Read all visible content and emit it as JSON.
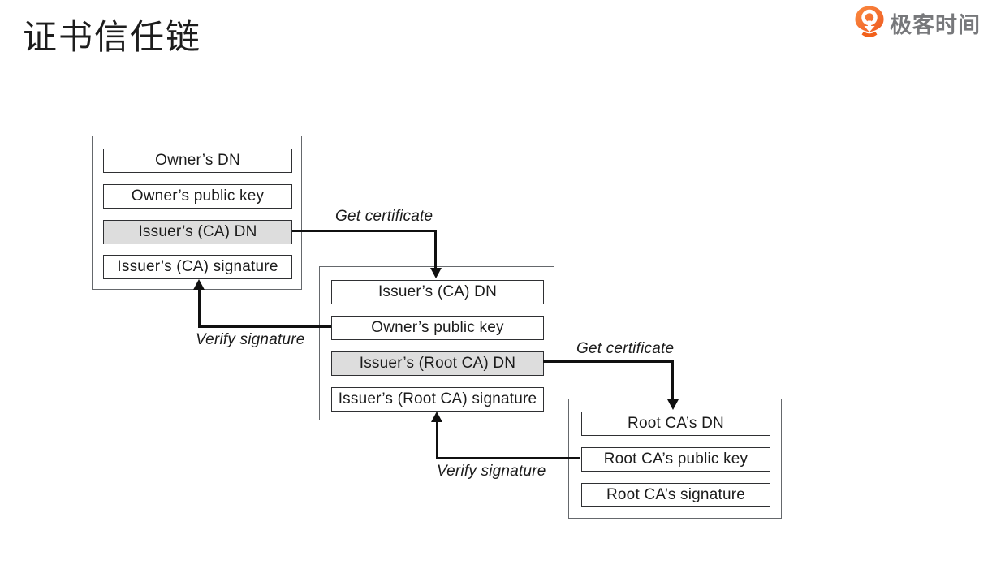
{
  "page": {
    "title": "证书信任链"
  },
  "logo": {
    "text": "极客时间",
    "brand_color": "#F2601A",
    "text_color": "#77787B"
  },
  "diagram": {
    "highlight_color": "#DDDDDD",
    "line_color": "#101010",
    "certificates": [
      {
        "name": "owner-certificate",
        "fields": [
          {
            "label": "Owner’s DN",
            "highlighted": false
          },
          {
            "label": "Owner’s public key",
            "highlighted": false
          },
          {
            "label": "Issuer’s (CA) DN",
            "highlighted": true
          },
          {
            "label": "Issuer’s (CA) signature",
            "highlighted": false
          }
        ]
      },
      {
        "name": "intermediate-ca-certificate",
        "fields": [
          {
            "label": "Issuer’s (CA) DN",
            "highlighted": false
          },
          {
            "label": "Owner’s public key",
            "highlighted": false
          },
          {
            "label": "Issuer’s (Root CA) DN",
            "highlighted": true
          },
          {
            "label": "Issuer’s (Root CA) signature",
            "highlighted": false
          }
        ]
      },
      {
        "name": "root-ca-certificate",
        "fields": [
          {
            "label": "Root CA’s DN",
            "highlighted": false
          },
          {
            "label": "Root CA’s public key",
            "highlighted": false
          },
          {
            "label": "Root CA’s signature",
            "highlighted": false
          }
        ]
      }
    ],
    "arrows": [
      {
        "label": "Get certificate",
        "from": "Issuer’s (CA) DN",
        "to": "Issuer’s (CA) DN"
      },
      {
        "label": "Verify signature",
        "from": "Owner’s public key",
        "to": "Issuer’s (CA) signature"
      },
      {
        "label": "Get certificate",
        "from": "Issuer’s (Root CA) DN",
        "to": "Root CA’s DN"
      },
      {
        "label": "Verify signature",
        "from": "Root CA’s public key",
        "to": "Issuer’s (Root CA) signature"
      }
    ]
  }
}
